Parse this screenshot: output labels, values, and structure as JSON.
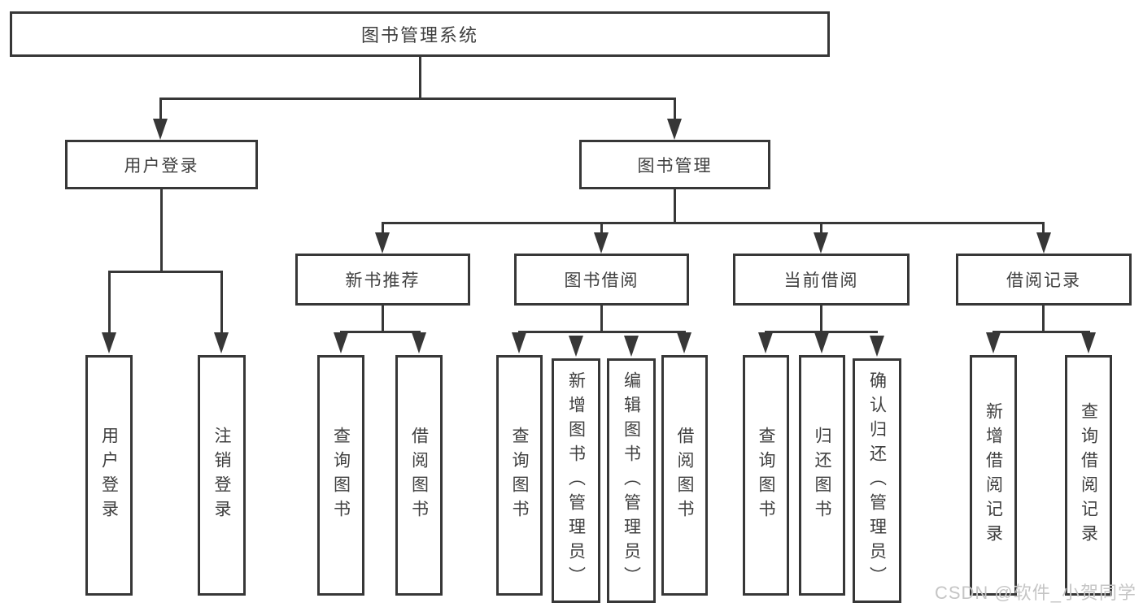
{
  "tree": {
    "label": "图书管理系统",
    "children": [
      {
        "label": "用户登录",
        "children": [
          {
            "label": "用户登录"
          },
          {
            "label": "注销登录"
          }
        ]
      },
      {
        "label": "图书管理",
        "children": [
          {
            "label": "新书推荐",
            "children": [
              {
                "label": "查询图书"
              },
              {
                "label": "借阅图书"
              }
            ]
          },
          {
            "label": "图书借阅",
            "children": [
              {
                "label": "查询图书"
              },
              {
                "label": "新增图书（管理员）"
              },
              {
                "label": "编辑图书（管理员）"
              },
              {
                "label": "借阅图书"
              }
            ]
          },
          {
            "label": "当前借阅",
            "children": [
              {
                "label": "查询图书"
              },
              {
                "label": "归还图书"
              },
              {
                "label": "确认归还（管理员）"
              }
            ]
          },
          {
            "label": "借阅记录",
            "children": [
              {
                "label": "新增借阅记录"
              },
              {
                "label": "查询借阅记录"
              }
            ]
          }
        ]
      }
    ]
  },
  "watermark": {
    "text": "CSDN @软件_小贺同学"
  },
  "colors": {
    "line": "#373737",
    "text": "#3f3f3f",
    "watermark": "#c5c5c5",
    "background": "#ffffff"
  }
}
